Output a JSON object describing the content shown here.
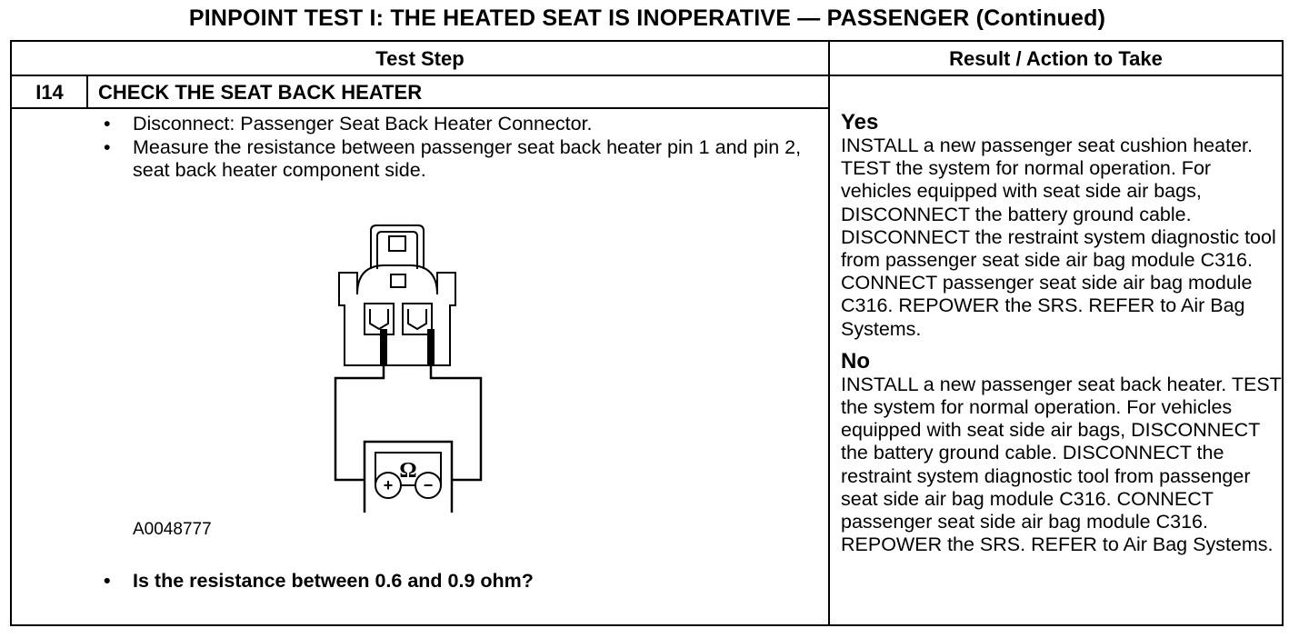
{
  "title": "PINPOINT TEST I: THE HEATED SEAT IS INOPERATIVE — PASSENGER (Continued)",
  "table": {
    "headers": {
      "test_step": "Test Step",
      "result_action": "Result / Action to Take"
    }
  },
  "step": {
    "id": "I14",
    "title": "CHECK THE SEAT BACK HEATER",
    "bullets": [
      "Disconnect: Passenger Seat Back Heater Connector.",
      "Measure the resistance between passenger seat back heater pin 1 and pin 2, seat back heater component side."
    ],
    "figure_id": "A0048777",
    "question": "Is the resistance between 0.6 and 0.9 ohm?"
  },
  "diagram": {
    "ohm_symbol": "Ω",
    "plus_symbol": "+",
    "minus_symbol": "−"
  },
  "results": {
    "yes": {
      "label": "Yes",
      "text": "INSTALL a new passenger seat cushion heater. TEST the system for normal operation. For vehicles equipped with seat side air bags, DISCONNECT the battery ground cable. DISCONNECT the restraint system diagnostic tool from passenger seat side air bag module C316. CONNECT passenger seat side air bag module C316. REPOWER the SRS. REFER to Air Bag Systems."
    },
    "no": {
      "label": "No",
      "text": "INSTALL a new passenger seat back heater. TEST the system for normal operation. For vehicles equipped with seat side air bags, DISCONNECT the battery ground cable. DISCONNECT the restraint system diagnostic tool from passenger seat side air bag module C316. CONNECT passenger seat side air bag module C316. REPOWER the SRS. REFER to Air Bag Systems."
    }
  }
}
